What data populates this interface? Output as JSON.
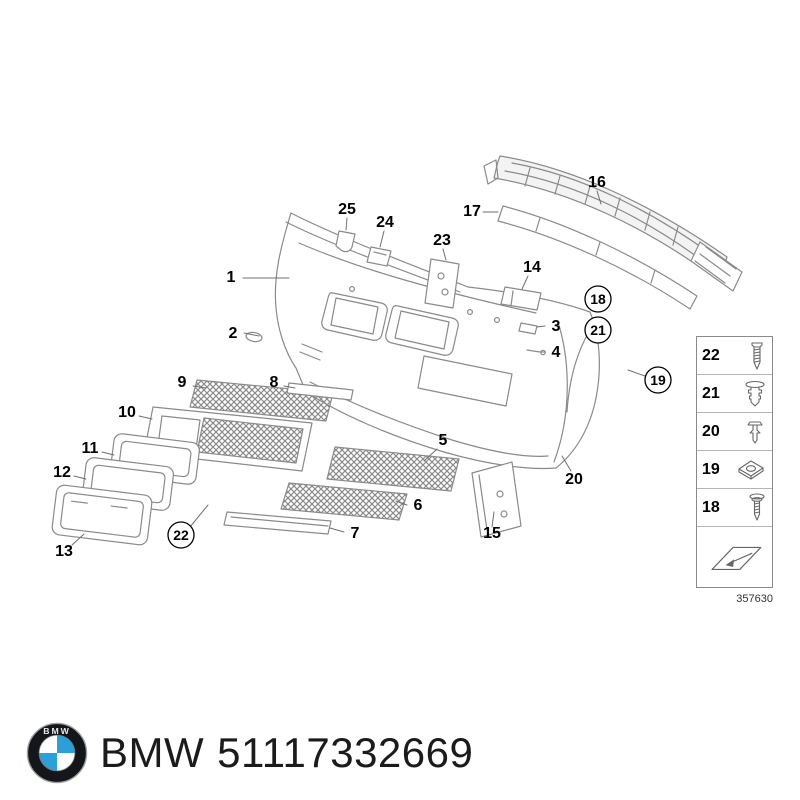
{
  "callouts": {
    "p1": "1",
    "p2": "2",
    "p3": "3",
    "p4": "4",
    "p5": "5",
    "p6": "6",
    "p7": "7",
    "p8": "8",
    "p9": "9",
    "p10": "10",
    "p11": "11",
    "p12": "12",
    "p13": "13",
    "p14": "14",
    "p15": "15",
    "p16": "16",
    "p17": "17",
    "p18": "18",
    "p19": "19",
    "p20": "20",
    "p21": "21",
    "p22": "22",
    "p23": "23",
    "p24": "24",
    "p25": "25"
  },
  "legend": {
    "rows": [
      {
        "label": "22",
        "icon": "tapping-screw-icon"
      },
      {
        "label": "21",
        "icon": "expansion-rivet-icon"
      },
      {
        "label": "20",
        "icon": "plastic-clip-icon"
      },
      {
        "label": "19",
        "icon": "clip-nut-icon"
      },
      {
        "label": "18",
        "icon": "screw-icon"
      }
    ],
    "diagram_number": "357630"
  },
  "footer": {
    "logo_text": "BMW",
    "brand": "BMW",
    "part_number": "51117332669"
  },
  "colors": {
    "line": "#8a8a8a",
    "callout_text": "#000000",
    "bmw_blue": "#2b9fd8",
    "background": "#ffffff"
  }
}
